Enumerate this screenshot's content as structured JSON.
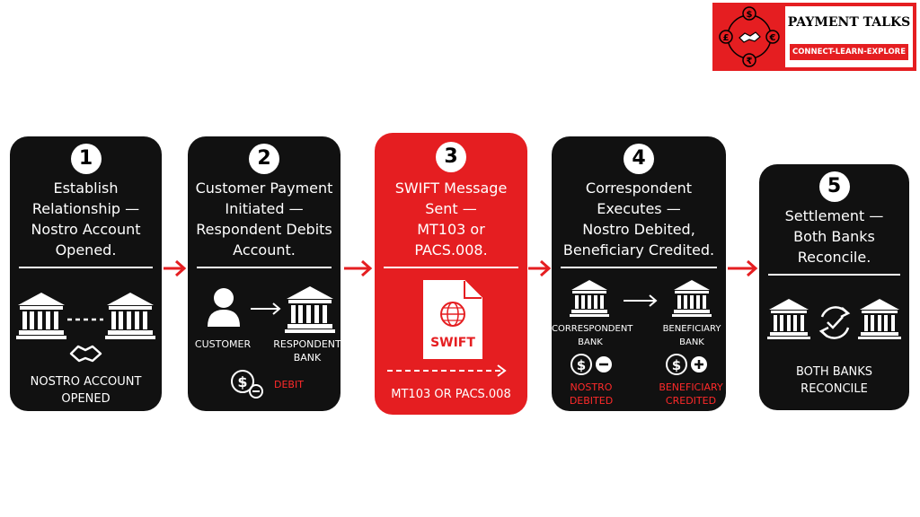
{
  "brand": {
    "name": "PAYMENT TALKS",
    "tagline": "CONNECT-LEARN-EXPLORE"
  },
  "colors": {
    "accent": "#e51e21",
    "dark": "#111111",
    "text": "#ffffff"
  },
  "steps": [
    {
      "number": "1",
      "title": "Establish\nRelationship —\nNostro Account\nOpened.",
      "caption": "NOSTRO ACCOUNT\nOPENED"
    },
    {
      "number": "2",
      "title": "Customer Payment\nInitiated —\nRespondent Debits\nAccount.",
      "left_label": "CUSTOMER",
      "right_label": "RESPONDENT\nBANK",
      "debit_label": "DEBIT"
    },
    {
      "number": "3",
      "title": "SWIFT Message\nSent —\nMT103 or\nPACS.008.",
      "doc_label": "SWIFT",
      "caption": "MT103 OR PACS.008"
    },
    {
      "number": "4",
      "title": "Correspondent\nExecutes —\nNostro Debited,\nBeneficiary Credited.",
      "left_label": "CORRESPONDENT\nBANK",
      "right_label": "BENEFICIARY\nBANK",
      "left_status": "NOSTRO\nDEBITED",
      "right_status": "BENEFICIARY\nCREDITED"
    },
    {
      "number": "5",
      "title": "Settlement —\nBoth Banks\nReconcile.",
      "caption": "BOTH BANKS\nRECONCILE"
    }
  ]
}
